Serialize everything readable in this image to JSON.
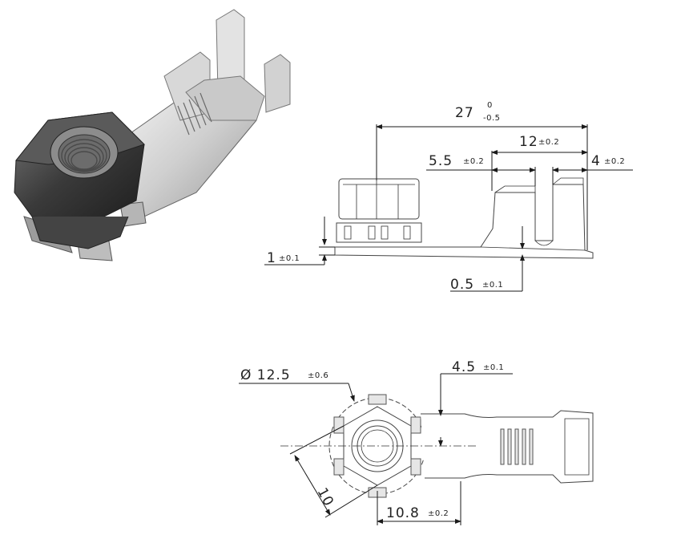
{
  "dimensions": {
    "overall_length": {
      "value": "27",
      "tol_upper": "0",
      "tol_lower": "-0.5"
    },
    "crimp_length": {
      "value": "12",
      "tol": "±0.2"
    },
    "insulation_width": {
      "value": "5.5",
      "tol": "±0.2"
    },
    "end_width": {
      "value": "4",
      "tol": "±0.2"
    },
    "base_thickness": {
      "value": "1",
      "tol": "±0.1"
    },
    "material_thickness": {
      "value": "0.5",
      "tol": "±0.1"
    },
    "ring_diameter": {
      "value": "Ø 12.5",
      "tol": "±0.6"
    },
    "neck_width": {
      "value": "4.5",
      "tol": "±0.1"
    },
    "hex_size": {
      "value": "10"
    },
    "center_offset": {
      "value": "10.8",
      "tol": "±0.2"
    }
  }
}
